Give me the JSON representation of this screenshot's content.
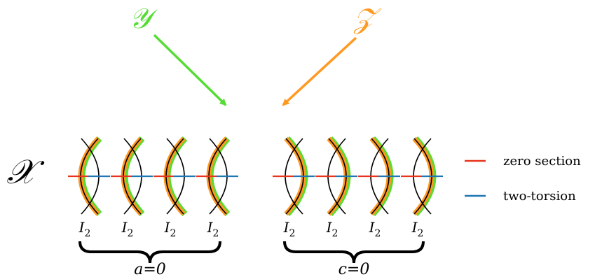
{
  "labels": {
    "Y": "𝒴",
    "Z": "𝒵",
    "X": "𝒳",
    "fiber": "I",
    "fiber_sub": "2",
    "brace_left": "a=0",
    "brace_right": "c=0"
  },
  "legend": {
    "zero_section": "zero section",
    "two_torsion": "two-torsion"
  },
  "colors": {
    "Y": "#55dd33",
    "Z": "#ff9922",
    "zero_section": "#e8341c",
    "two_torsion": "#1f77b4",
    "curve": "#000000"
  },
  "groups": [
    {
      "brace": "a=0",
      "fibers": 4,
      "highlight": "left"
    },
    {
      "brace": "c=0",
      "fibers": 4,
      "highlight": "right"
    }
  ]
}
